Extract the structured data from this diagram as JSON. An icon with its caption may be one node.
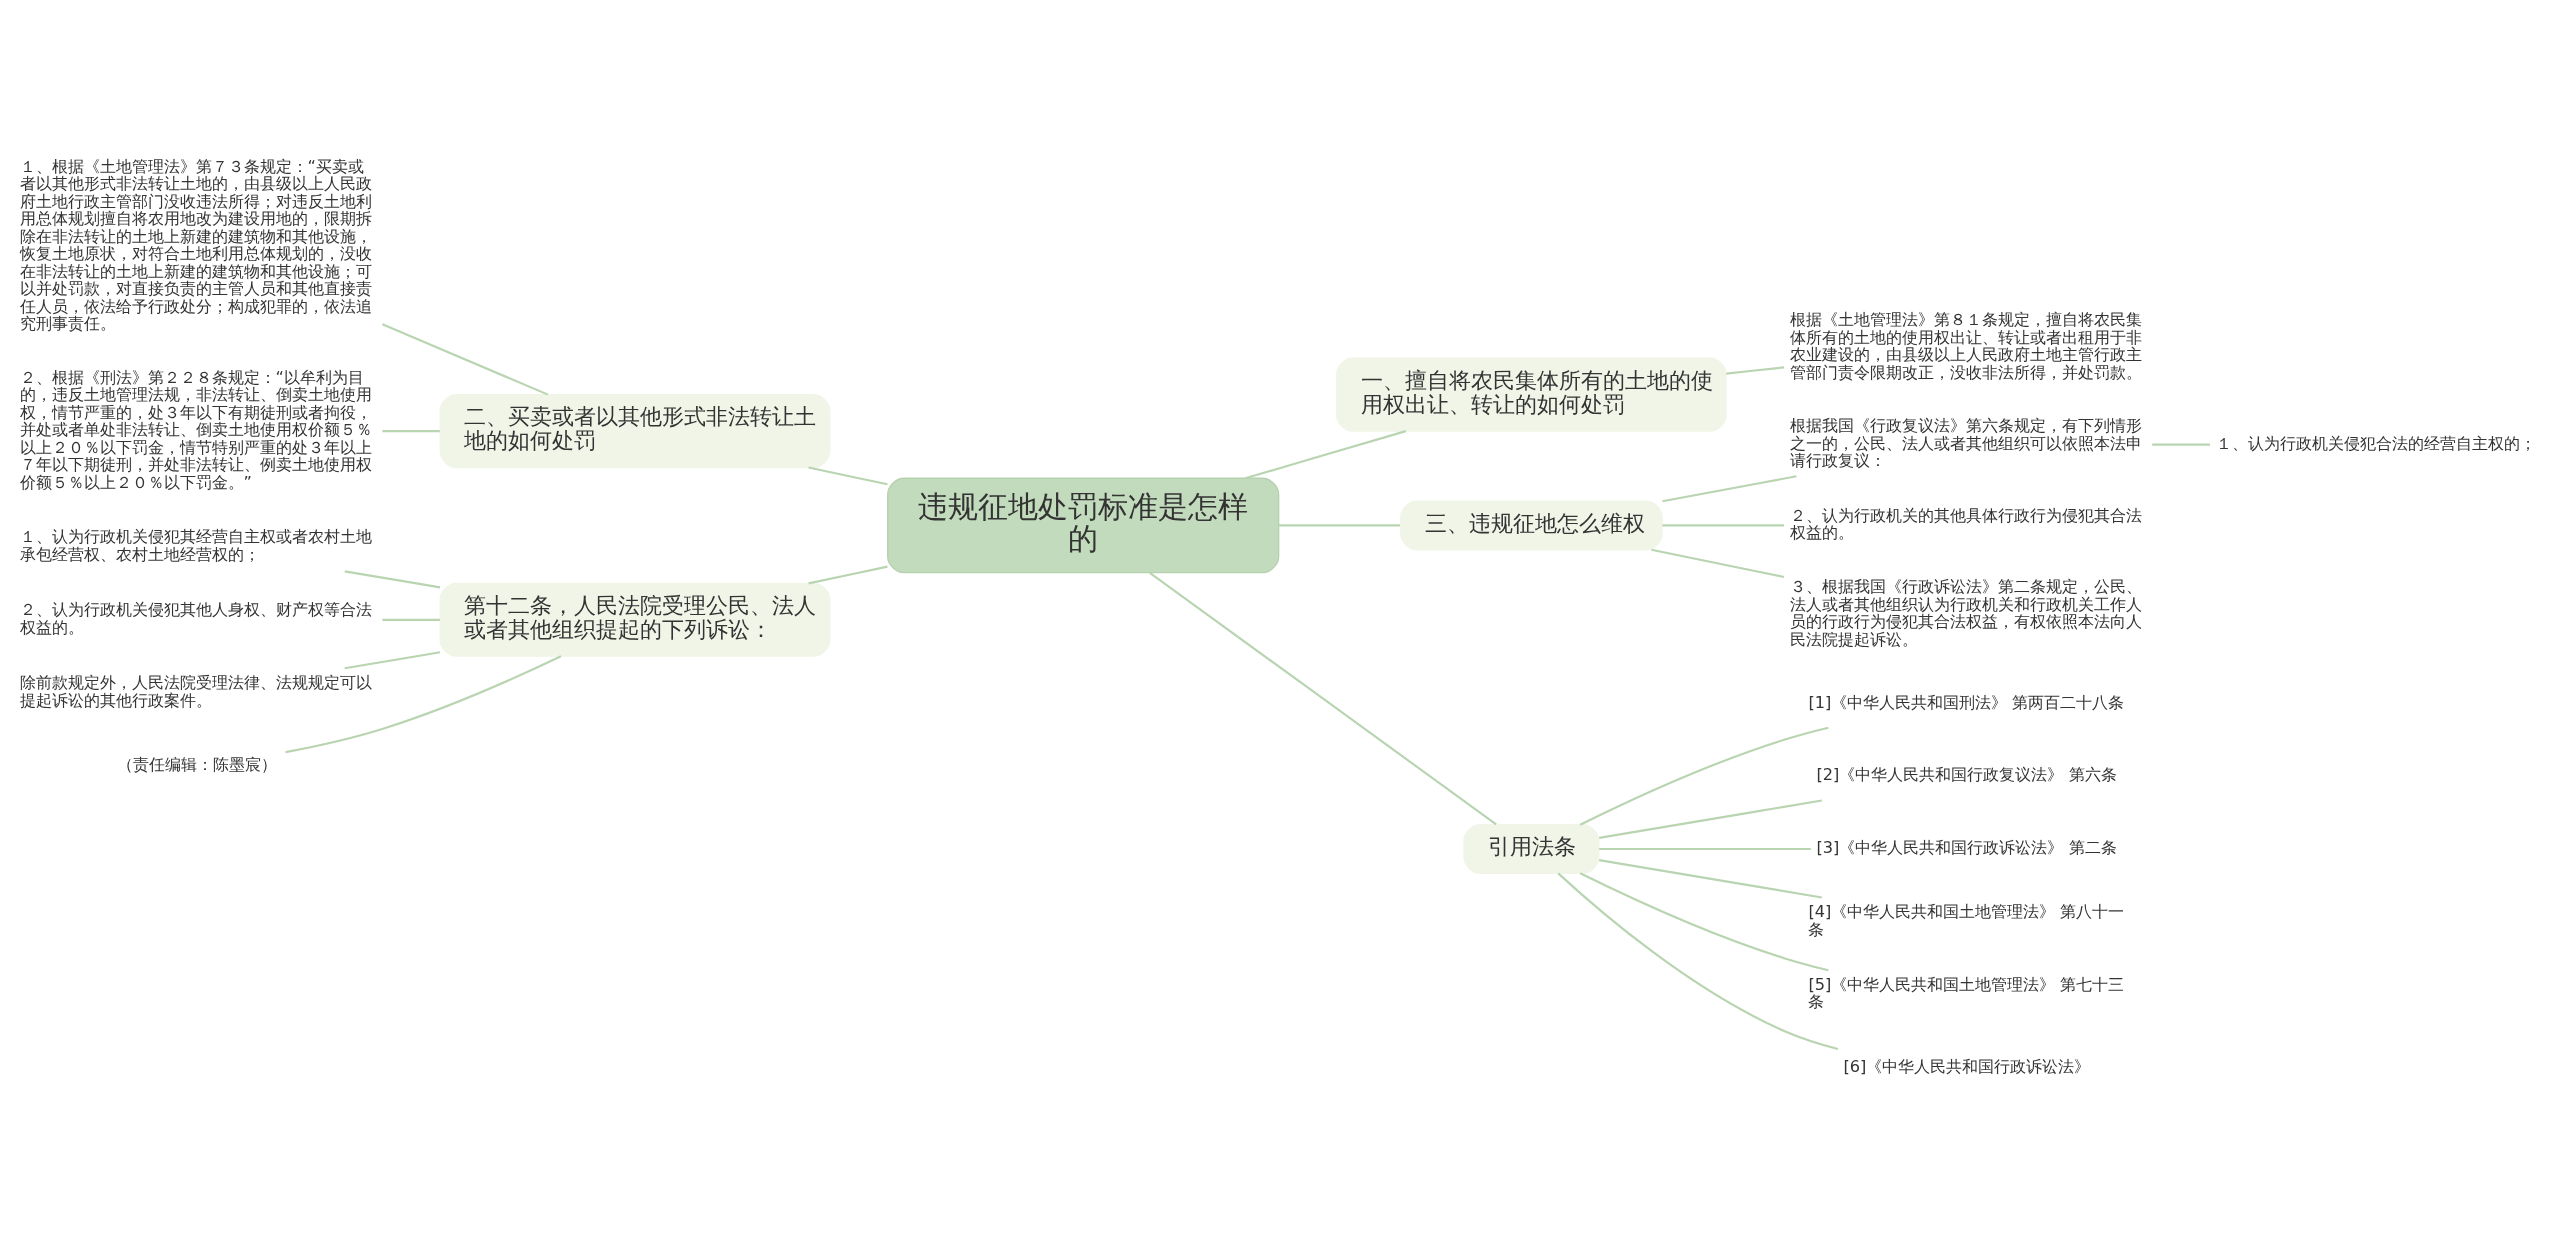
{
  "diagram": {
    "nodes": [
      {
        "text": [
          "违规征地处罚标准是怎样的"
        ]
      },
      {
        "text": [
          "一、擅自将农民集体所有的土地的使用权出让、转让的如何处罚"
        ]
      },
      {
        "text": [
          "根据《土地管理法》第８１条规定，擅自将农民集体所有的土地的使用权出让、转让或者出租用于非农业建设的，由县级以上人民政府土地主管行政主管部门责令限期改正，没收非法所得，并处罚款。"
        ]
      },
      {
        "text": [
          "三、违规征地怎么维权"
        ]
      },
      {
        "text": [
          "根据我国《行政复议法》第六条规定，有下列情形之一的，公民、法人或者其他组织可以依照本法申请行政复议："
        ]
      },
      {
        "text": [
          "１、认为行政机关侵犯合法的经营自主权的；"
        ]
      },
      {
        "text": [
          "２、认为行政机关的其他具体行政行为侵犯其合法权益的。"
        ]
      },
      {
        "text": [
          "３、根据我国《行政诉讼法》第二条规定，公民、法人或者其他组织认为行政机关和行政机关工作人员的行政行为侵犯其合法权益，有权依照本法向人民法院提起诉讼。"
        ]
      },
      {
        "text": [
          "引用法条"
        ]
      },
      {
        "text": [
          "[1]《中华人民共和国刑法》 第两百二十八条"
        ]
      },
      {
        "text": [
          "[2]《中华人民共和国行政复议法》 第六条"
        ]
      },
      {
        "text": [
          "[3]《中华人民共和国行政诉讼法》 第二条"
        ]
      },
      {
        "text": [
          "[4]《中华人民共和国土地管理法》 第八十一条"
        ]
      },
      {
        "text": [
          "[5]《中华人民共和国土地管理法》 第七十三条"
        ]
      },
      {
        "text": [
          "[6]《中华人民共和国行政诉讼法》"
        ]
      },
      {
        "text": [
          "二、买卖或者以其他形式非法转让土地的如何处罚"
        ]
      },
      {
        "text": [
          "１、根据《土地管理法》第７３条规定：“买卖或者以其他形式非法转让土地的，由县级以上人民政府土地行政主管部门没收违法所得；对违反土地利用总体规划擅自将农用地改为建设用地的，限期拆除在非法转让的土地上新建的建筑物和其他设施，恢复土地原状，对符合土地利用总体规划的，没收在非法转让的土地上新建的建筑物和其他设施；可以并处罚款，对直接负责的主管人员和其他直接责任人员，依法给予行政处分；构成犯罪的，依法追究刑事责任。"
        ]
      },
      {
        "text": [
          "２、根据《刑法》第２２８条规定：“以牟利为目的，违反土地管理法规，非法转让、倒卖土地使用权，情节严重的，处３年以下有期徒刑或者拘役，并处或者单处非法转让、倒卖土地使用权价额５％以上２０％以下罚金，情节特别严重的处３年以上７年以下期徒刑，并处非法转让、例卖土地使用权价额５％以上２０％以下罚金。”"
        ]
      },
      {
        "text": [
          "第十二条，人民法院受理公民、法人或者其他组织提起的下列诉讼："
        ]
      },
      {
        "text": [
          "１、认为行政机关侵犯其经营自主权或者农村土地承包经营权、农村土地经营权的；"
        ]
      },
      {
        "text": [
          "２、认为行政机关侵犯其他人身权、财产权等合法权益的。"
        ]
      },
      {
        "text": [
          "除前款规定外，人民法院受理法律、法规规定可以提起诉讼的其他行政案件。"
        ]
      },
      {
        "text": [
          "（责任编辑：陈墨宸）"
        ]
      }
    ],
    "edges": [
      {
        "from": 0,
        "to": 1,
        "arrow": "none"
      },
      {
        "from": 1,
        "to": 2,
        "arrow": "none"
      },
      {
        "from": 0,
        "to": 3,
        "arrow": "none"
      },
      {
        "from": 3,
        "to": 4,
        "arrow": "none"
      },
      {
        "from": 4,
        "to": 5,
        "arrow": "none"
      },
      {
        "from": 3,
        "to": 6,
        "arrow": "none"
      },
      {
        "from": 3,
        "to": 7,
        "arrow": "none"
      },
      {
        "from": 0,
        "to": 8,
        "arrow": "none"
      },
      {
        "from": 8,
        "to": 9,
        "arrow": "none"
      },
      {
        "from": 8,
        "to": 10,
        "arrow": "none"
      },
      {
        "from": 8,
        "to": 11,
        "arrow": "none"
      },
      {
        "from": 8,
        "to": 12,
        "arrow": "none"
      },
      {
        "from": 8,
        "to": 13,
        "arrow": "none"
      },
      {
        "from": 8,
        "to": 14,
        "arrow": "none"
      },
      {
        "from": 0,
        "to": 15,
        "arrow": "none"
      },
      {
        "from": 15,
        "to": 16,
        "arrow": "none"
      },
      {
        "from": 15,
        "to": 17,
        "arrow": "none"
      },
      {
        "from": 0,
        "to": 18,
        "arrow": "none"
      },
      {
        "from": 18,
        "to": 19,
        "arrow": "none"
      },
      {
        "from": 18,
        "to": 20,
        "arrow": "none"
      },
      {
        "from": 18,
        "to": 21,
        "arrow": "none"
      },
      {
        "from": 18,
        "to": 22,
        "arrow": "none"
      }
    ]
  }
}
